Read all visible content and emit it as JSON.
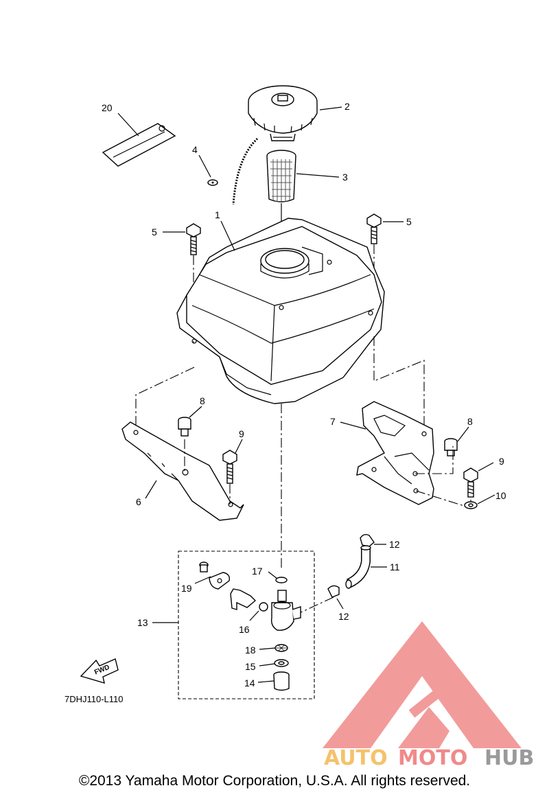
{
  "diagram": {
    "callouts": {
      "c1": "1",
      "c2": "2",
      "c3": "3",
      "c4": "4",
      "c5a": "5",
      "c5b": "5",
      "c6": "6",
      "c7": "7",
      "c8a": "8",
      "c8b": "8",
      "c9a": "9",
      "c9b": "9",
      "c10": "10",
      "c11": "11",
      "c12a": "12",
      "c12b": "12",
      "c13": "13",
      "c14": "14",
      "c15": "15",
      "c16": "16",
      "c17": "17",
      "c18": "18",
      "c19": "19",
      "c20": "20"
    },
    "drawing_code": "7DHJ110-L110",
    "fwd_label": "FWD"
  },
  "watermark": {
    "word_part1": "AUTO",
    "word_part2": "MOTO",
    "word_part3": "HUB",
    "colors": {
      "triangle": "#f08a8a",
      "auto": "#f5c26b",
      "moto": "#f08a8a",
      "hub": "#9a9a9a"
    }
  },
  "footer": {
    "copyright": "©2013 Yamaha Motor Corporation, U.S.A. All rights reserved."
  }
}
